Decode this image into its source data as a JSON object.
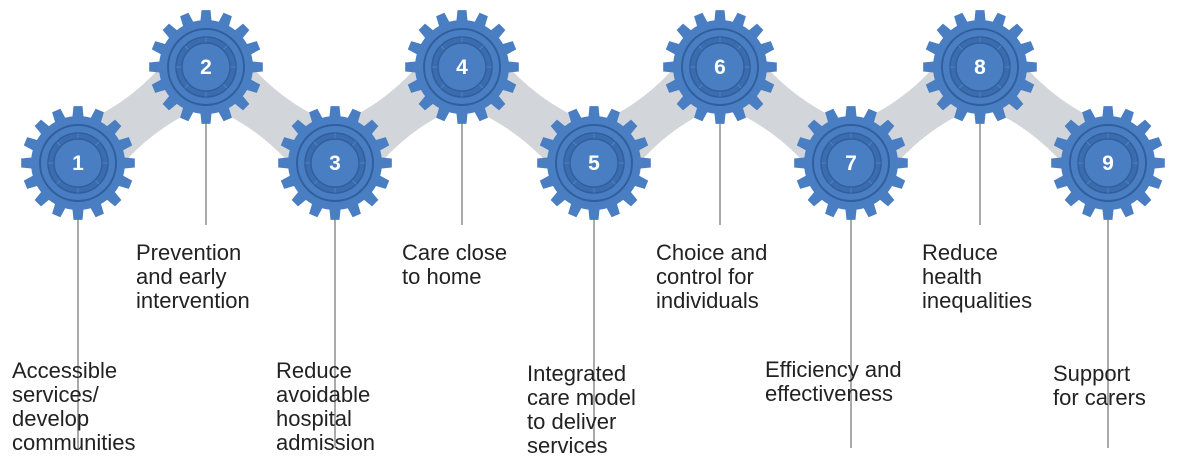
{
  "colors": {
    "gear": "#4a7ec2",
    "gear_dark": "#2f5f9e",
    "gear_ring": "#3b6cae",
    "connector": "#d2d5da",
    "leader_line": "#7d7d7d",
    "text": "#222222",
    "number": "#ffffff"
  },
  "steps": [
    {
      "number": "1",
      "label": "Accessible\nservices/\ndevelop\ncommunities"
    },
    {
      "number": "2",
      "label": "Prevention\nand early\nintervention"
    },
    {
      "number": "3",
      "label": "Reduce\navoidable\nhospital\nadmission"
    },
    {
      "number": "4",
      "label": "Care close\nto home"
    },
    {
      "number": "5",
      "label": "Integrated\ncare model\nto deliver\nservices"
    },
    {
      "number": "6",
      "label": "Choice and\ncontrol for\nindividuals"
    },
    {
      "number": "7",
      "label": "Efficiency and\neffectiveness"
    },
    {
      "number": "8",
      "label": "Reduce\nhealth\ninequalities"
    },
    {
      "number": "9",
      "label": "Support\nfor carers"
    }
  ]
}
